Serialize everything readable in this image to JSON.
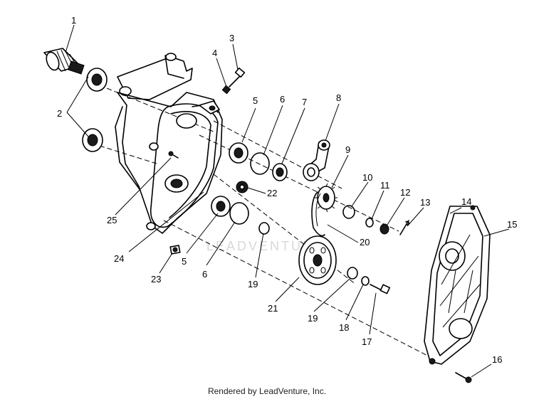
{
  "watermark": "LEADVENTURE",
  "footer": "Rendered by LeadVenture, Inc.",
  "callouts": {
    "c1": "1",
    "c2": "2",
    "c3": "3",
    "c4": "4",
    "c5a": "5",
    "c5b": "5",
    "c6a": "6",
    "c6b": "6",
    "c7": "7",
    "c8": "8",
    "c9": "9",
    "c10": "10",
    "c11": "11",
    "c12": "12",
    "c13": "13",
    "c14": "14",
    "c15": "15",
    "c16": "16",
    "c17": "17",
    "c18": "18",
    "c19a": "19",
    "c19b": "19",
    "c20": "20",
    "c21": "21",
    "c22": "22",
    "c23": "23",
    "c24": "24",
    "c25": "25"
  }
}
